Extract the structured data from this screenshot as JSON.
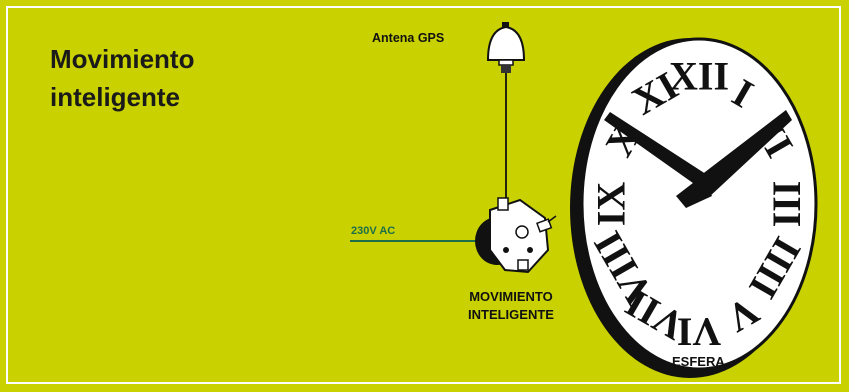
{
  "title": {
    "line1": "Movimiento",
    "line2": "inteligente"
  },
  "labels": {
    "antenna": "Antena GPS",
    "power": "230V AC",
    "movement_line1": "MOVIMIENTO",
    "movement_line2": "INTELIGENTE",
    "dial": "ESFERA"
  },
  "colors": {
    "background": "#c9d200",
    "frame": "#ffffff",
    "power_line": "#1e6e4a",
    "dial_face": "#ffffff",
    "ink": "#111111"
  },
  "clock": {
    "numerals": [
      "XII",
      "I",
      "II",
      "III",
      "IIII",
      "V",
      "VI",
      "VII",
      "VIII",
      "IX",
      "X",
      "XI"
    ]
  }
}
